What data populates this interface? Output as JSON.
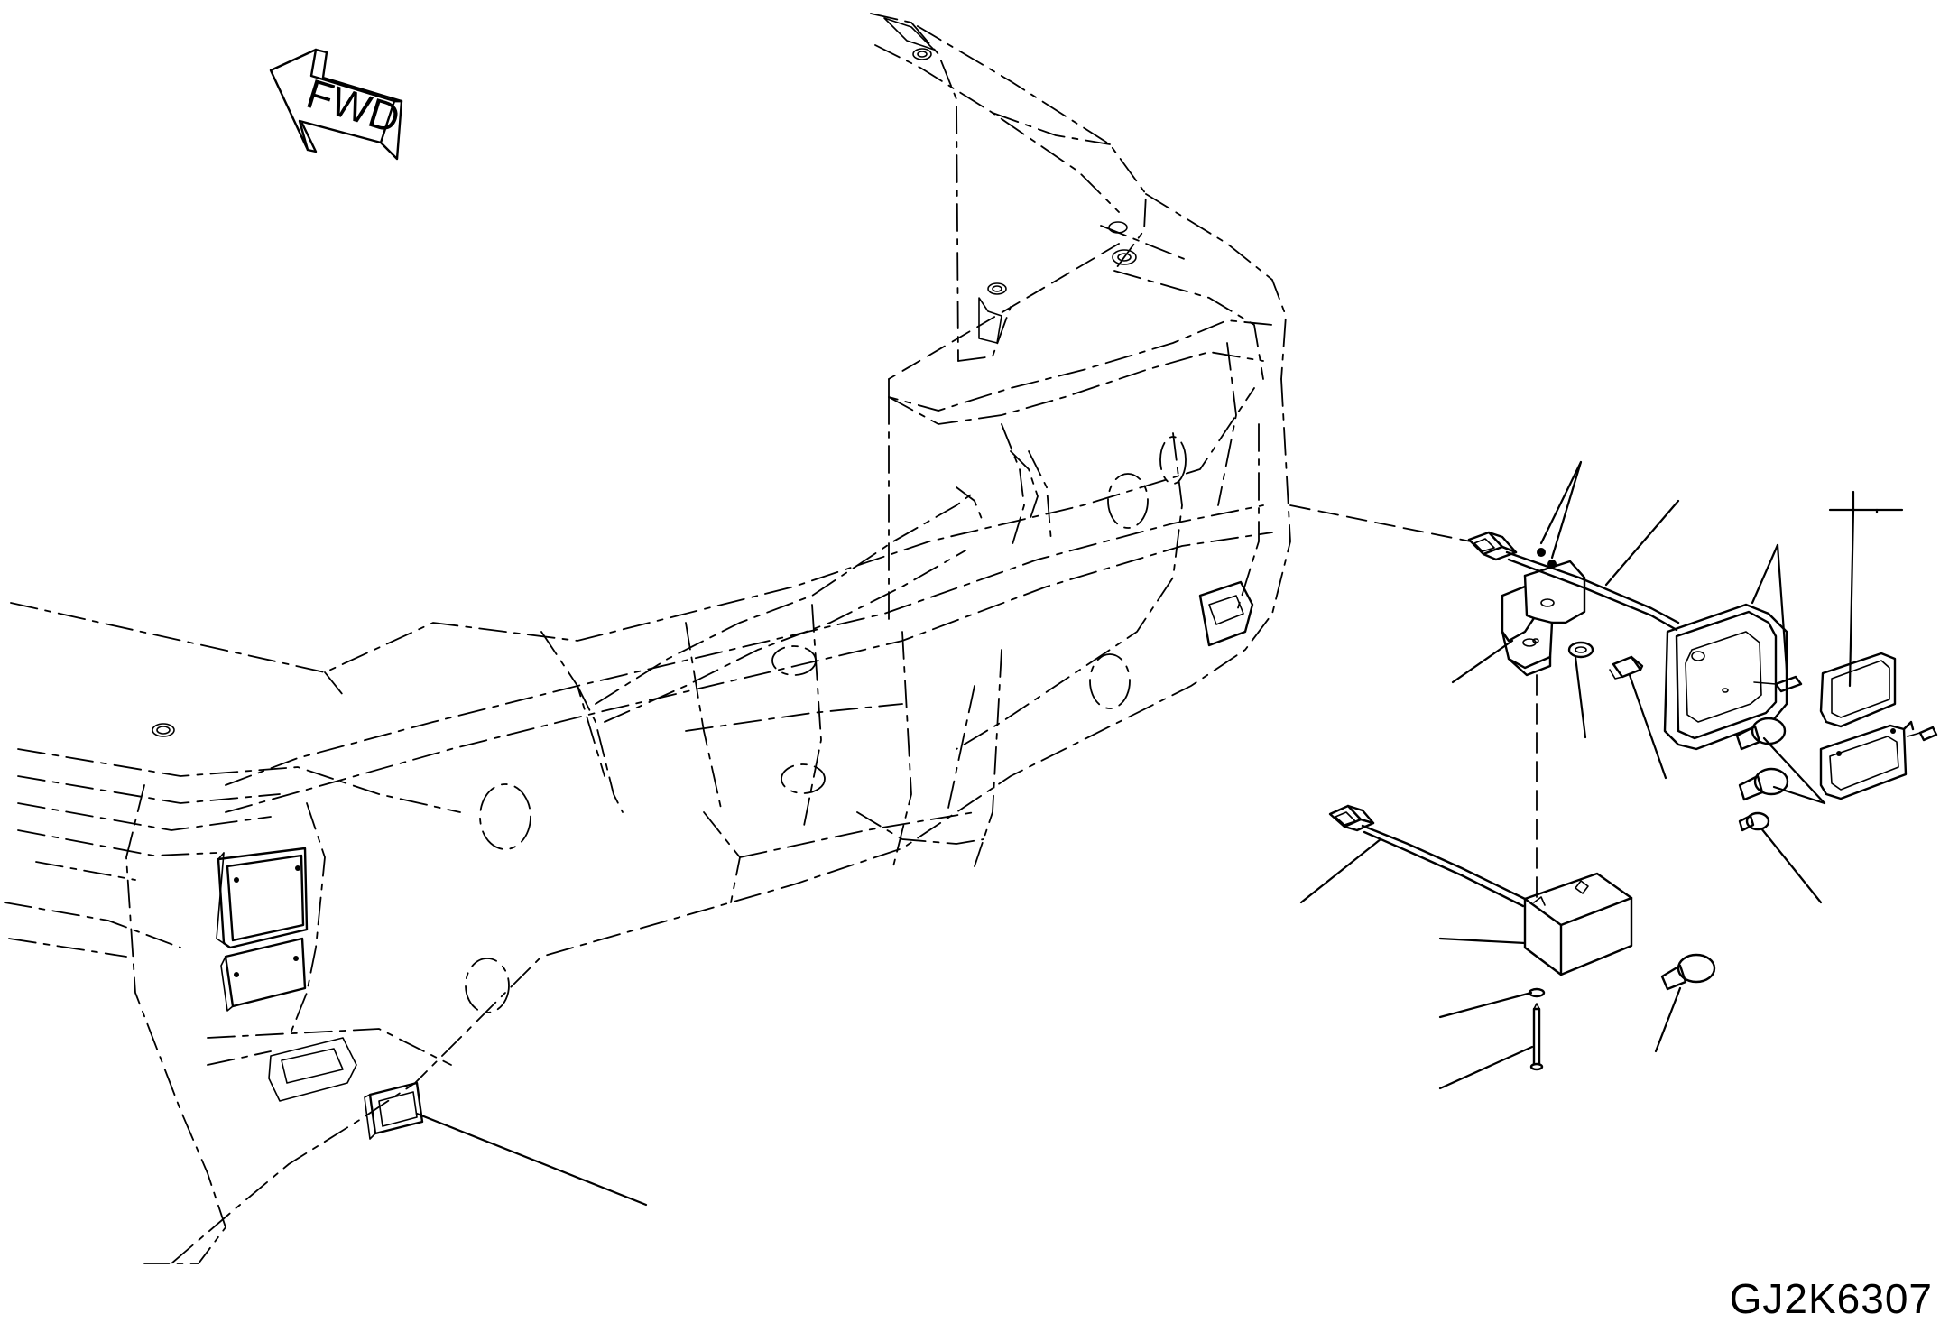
{
  "diagram": {
    "orientation_label": "FWD",
    "drawing_code": "GJ2K6307",
    "part_callouts": [
      "washer-pair-callout",
      "wire-harness-callout",
      "lamp-housing-callout",
      "lamp-lens-callout",
      "bracket-callout",
      "spacer-callout",
      "bolt-callout",
      "bulb-set-callout",
      "small-bulb-callout",
      "connector-harness-callout",
      "module-box-callout",
      "washer-callout",
      "long-bolt-callout",
      "large-bulb-callout",
      "reflector-callout"
    ]
  }
}
